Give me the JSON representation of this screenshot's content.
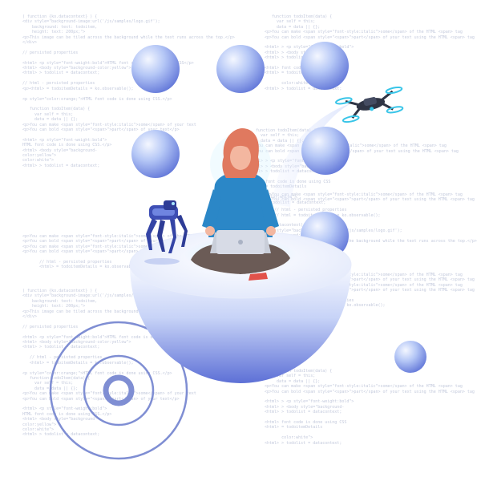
{
  "code_snippets": [
    {
      "lines": [
        "( function {ko.datacontext} ) {",
        "<div style=\"background-image:url('/js/samples/logo.gif');",
        "    background: text: todoitem,",
        "    height: text: 200px;\">",
        "<p>This image can be tiled across the background while the text runs across the top.</p>",
        "</div>",
        "",
        "// persisted properties",
        "",
        "<html> <p style=\"font-weight:bold\">HTML font code is done using CSS</p>",
        "<html> <body style=\"background-color:yellow\">",
        "<html> > todolist = datacontext;",
        "",
        "// html - persisted properties",
        "<p><html> = todoitemDetails = ko.observable();",
        "",
        "<p style=\"color:orange;\">HTML font code is done using CSS.</p>",
        "",
        "   function todoItem(data) {",
        "     var self = this;",
        "     data = data || {};",
        "<p>You can make <span style=\"font-style:italic\">some</span> of your text",
        "<p>You can bold <span style=\"<span>\">part</span> of your text</p>",
        "",
        "<html> <p style=\"font-weight:bold\">",
        "HTML font code is done using CSS.</p>",
        "<html> <body style=\"background-",
        "color:yellow\">",
        "color:white\">",
        "<html> > todolist = datacontext;"
      ]
    },
    {
      "lines": [
        "   function todoItem(data) {",
        "     var self = this;",
        "     data = data || {};",
        "<p>You can make <span style=\"font-style:italic\">some</span> of the HTML <span> tag",
        "<p>You can bold <span style=\"<span>\">part</span> of your text using the HTML <span> tag",
        "",
        "<html> > <p style=\"font-weight:bold\">",
        "<html> > <body style=\"background-",
        "<html> > todolist = datacontext;",
        "",
        "<html> font code is done using CSS",
        "<html> = todoitemDetails",
        "",
        "       color:white\">",
        "<html> > todolist = datacontext;"
      ]
    },
    {
      "lines": [
        "<p>You can make <span style=\"font-style:italic\">some</span> of the HTML <span> tag",
        "<p>You can bold <span style=\"<span>\">part</span> of your text using the HTML <span> tag",
        "",
        "    // html - persisted properties",
        "    // html = todoitemDetails = ko.observable();",
        "",
        "(ko.datacontext) {",
        "<div style=\"background-image:url('/js/samples/logo.gif');",
        "    background: text: todoitem,",
        "<p>This image can be tiled across the background while the text runs across the top.</p>"
      ]
    },
    {
      "lines": [
        "( function {ko.datacontext} ) {",
        "<div style=\"background-image:url('/js/samples/logo.gif');",
        "    background: text: todoitem,",
        "    height: text: 200px;\">",
        "<p>This image can be tiled across the background while the text runs across the top.</p>",
        "</div>",
        "",
        "// persisted properties",
        "",
        "<html> <p style=\"font-weight:bold\">HTML font code is done using CSS.</p>",
        "<html> <body style=\"background-color:yellow\">",
        "<html> > todolist = datacontext;",
        "",
        "   // html - persisted properties",
        "   <html> = todoitemDetails = ko.observable();",
        "",
        "<p style=\"color:orange;\">HTML font code is done using CSS.</p>",
        "   function todoItem(data) {",
        "     var self = this;",
        "     data = data || {};",
        "<p>You can make <span style=\"font-style:italic\">some</span> of your text",
        "<p>You can bold <span style=\"<span>\">part</span> of your text</p>",
        "",
        "<html> <p style=\"font-weight:bold\">",
        "HTML font code is done using CSS.</p>",
        "<html> <body style=\"background-",
        "color:yellow\">",
        "color:white\">",
        "<html> > todolist = datacontext;"
      ]
    },
    {
      "lines": [
        "<p>You can make <span style=\"font-style:italic\">some</span> of the HTML <span> tag",
        "<p>You can bold <span style=\"<span>\">part</span> of your text using the HTML <span> tag",
        "<p>You can make <span style=\"font-style:italic\">some</span> of the HTML <span> tag",
        "<p>You can bold <span style=\"<span>\">part</span> of your text using the HTML <span> tag",
        "",
        "       // html - persisted properties",
        "       <html> = todoitemDetails = ko.observable();"
      ]
    }
  ],
  "colors": {
    "sphere_light": "#eef2ff",
    "sphere_mid": "#9fb6f2",
    "sphere_dark": "#5f74d6",
    "ring": "#7f8ed3",
    "bowl_top": "#f4f6fd",
    "bowl_bottom": "#6f82df",
    "hair": "#e0795f",
    "skin": "#f3b7a0",
    "shirt": "#2b87c7",
    "pants": "#6b5b56",
    "laptop": "#d7dbe6",
    "robot": "#3e4fb5",
    "drone": "#2f3444",
    "drone_light": "#39c5e8"
  },
  "icons": {
    "drone": "drone-icon",
    "robot_dog": "robot-dog-icon",
    "person": "woman-with-laptop-icon",
    "target": "target-rings-icon"
  }
}
